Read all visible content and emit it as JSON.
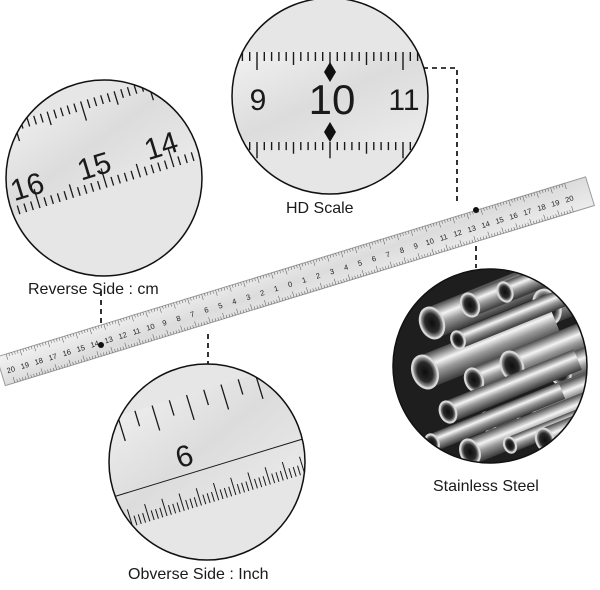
{
  "captions": {
    "hd_scale": "HD Scale",
    "reverse_side": "Reverse Side : cm",
    "obverse_side": "Obverse Side : Inch",
    "stainless_steel": "Stainless Steel"
  },
  "ruler": {
    "labels": [
      "20",
      "19",
      "18",
      "17",
      "16",
      "15",
      "14",
      "13",
      "12",
      "11",
      "10",
      "9",
      "8",
      "7",
      "6",
      "5",
      "4",
      "3",
      "2",
      "1",
      "0",
      "1",
      "2",
      "3",
      "4",
      "5",
      "6",
      "7",
      "8",
      "9",
      "10",
      "11",
      "12",
      "13",
      "14",
      "15",
      "16",
      "17",
      "18",
      "19",
      "20"
    ]
  },
  "zoom_hd": {
    "labels": [
      "9",
      "10",
      "11"
    ]
  },
  "zoom_reverse": {
    "labels": [
      "16",
      "15",
      "14"
    ]
  },
  "zoom_obverse": {
    "labels": [
      "6"
    ]
  },
  "colors": {
    "ruler_face": "#d9d9d9",
    "ink": "#1a1a1a",
    "leader_line": "#000000"
  }
}
